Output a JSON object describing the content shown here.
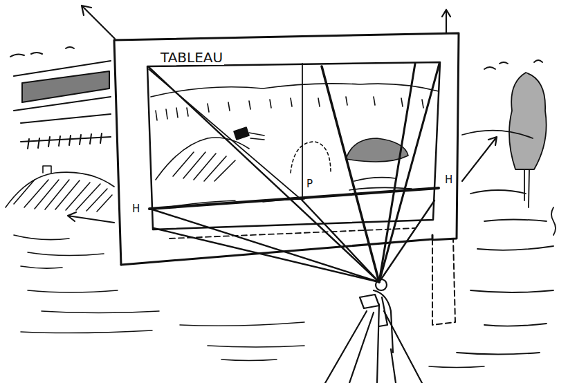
{
  "diagram": {
    "labels": [
      "TABLEAU",
      "H",
      "P",
      "H"
    ]
  }
}
